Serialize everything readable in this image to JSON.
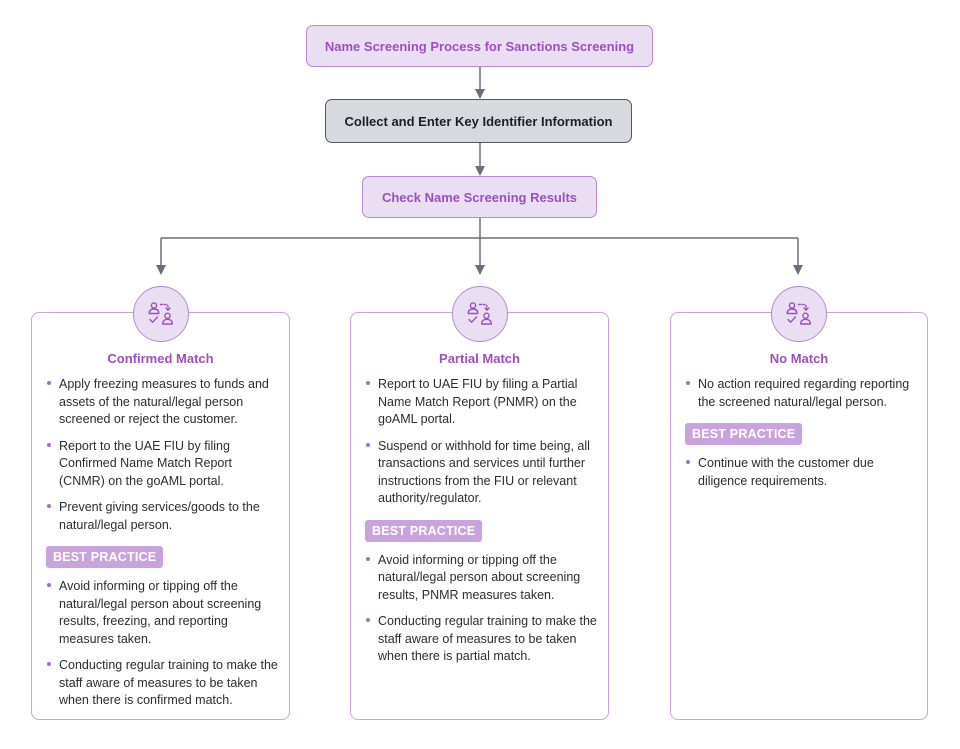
{
  "flow": {
    "title": "Name Screening Process for Sanctions Screening",
    "collect": "Collect and Enter Key Identifier Information",
    "check": "Check Name Screening Results"
  },
  "colors": {
    "accent_purple": "#9c4fbd",
    "box_purple_fill": "#eadff2",
    "badge_purple": "#c9a4dc",
    "gray_box_fill": "#d6d9de",
    "connector_gray": "#6b6f7a"
  },
  "cards": [
    {
      "icon": "user-match-icon",
      "title": "Confirmed Match",
      "items": [
        "Apply freezing measures to funds and assets of the natural/legal person screened or reject the customer.",
        "Report to the UAE FIU by filing Confirmed Name Match Report (CNMR) on the goAML portal.",
        "Prevent giving services/goods to the natural/legal person."
      ],
      "best_practice_label": "BEST PRACTICE",
      "best_practice": [
        "Avoid informing or tipping off the natural/legal person about screening results, freezing, and reporting measures taken.",
        "Conducting regular training to make the staff aware of measures to be taken when there is confirmed match."
      ]
    },
    {
      "icon": "user-match-icon",
      "title": "Partial Match",
      "items": [
        "Report to UAE FIU by filing a Partial Name Match Report (PNMR) on the goAML portal.",
        "Suspend or withhold for time being, all transactions and services until further instructions from the FIU or relevant authority/regulator."
      ],
      "best_practice_label": "BEST PRACTICE",
      "best_practice": [
        "Avoid informing or tipping off the natural/legal person about screening results, PNMR measures taken.",
        "Conducting regular training to make the staff aware of measures to be taken when there is partial match."
      ]
    },
    {
      "icon": "user-match-icon",
      "title": "No Match",
      "items": [
        "No action required regarding reporting the screened natural/legal person."
      ],
      "best_practice_label": "BEST PRACTICE",
      "best_practice": [
        "Continue with the customer due diligence requirements."
      ]
    }
  ]
}
